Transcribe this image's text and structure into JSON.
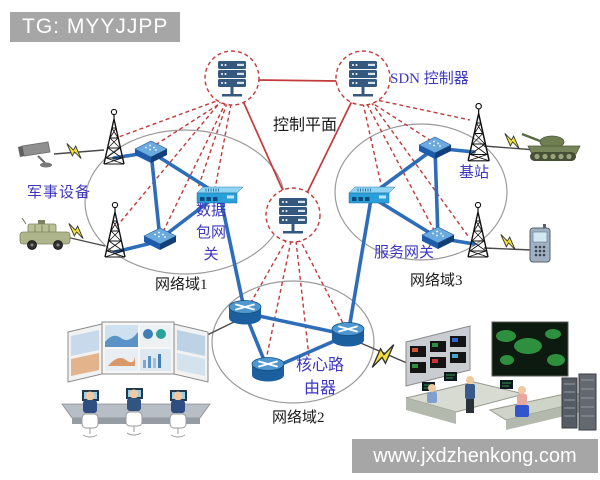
{
  "watermarks": {
    "top_left": "TG: MYYJJPP",
    "bottom_right": "www.jxdzhenkong.com"
  },
  "control_plane": {
    "label": "控制平面",
    "controller_label": "SDN 控制器"
  },
  "domains": {
    "domain1": {
      "label": "网络域1",
      "gateway_label": "数据包网关"
    },
    "domain2": {
      "label": "网络域2",
      "router_label": "核心路由器"
    },
    "domain3": {
      "label": "网络域3",
      "gateway_label": "服务网关",
      "base_station_label": "基站"
    }
  },
  "edge_devices": {
    "military_label": "军事设备"
  },
  "colors": {
    "control_red": "#c23a3a",
    "link_blue": "#2e6db8",
    "label_blue": "#3d36c0",
    "banner_gray": "#a6a6a6",
    "domain_stroke": "#9a9a9a"
  }
}
